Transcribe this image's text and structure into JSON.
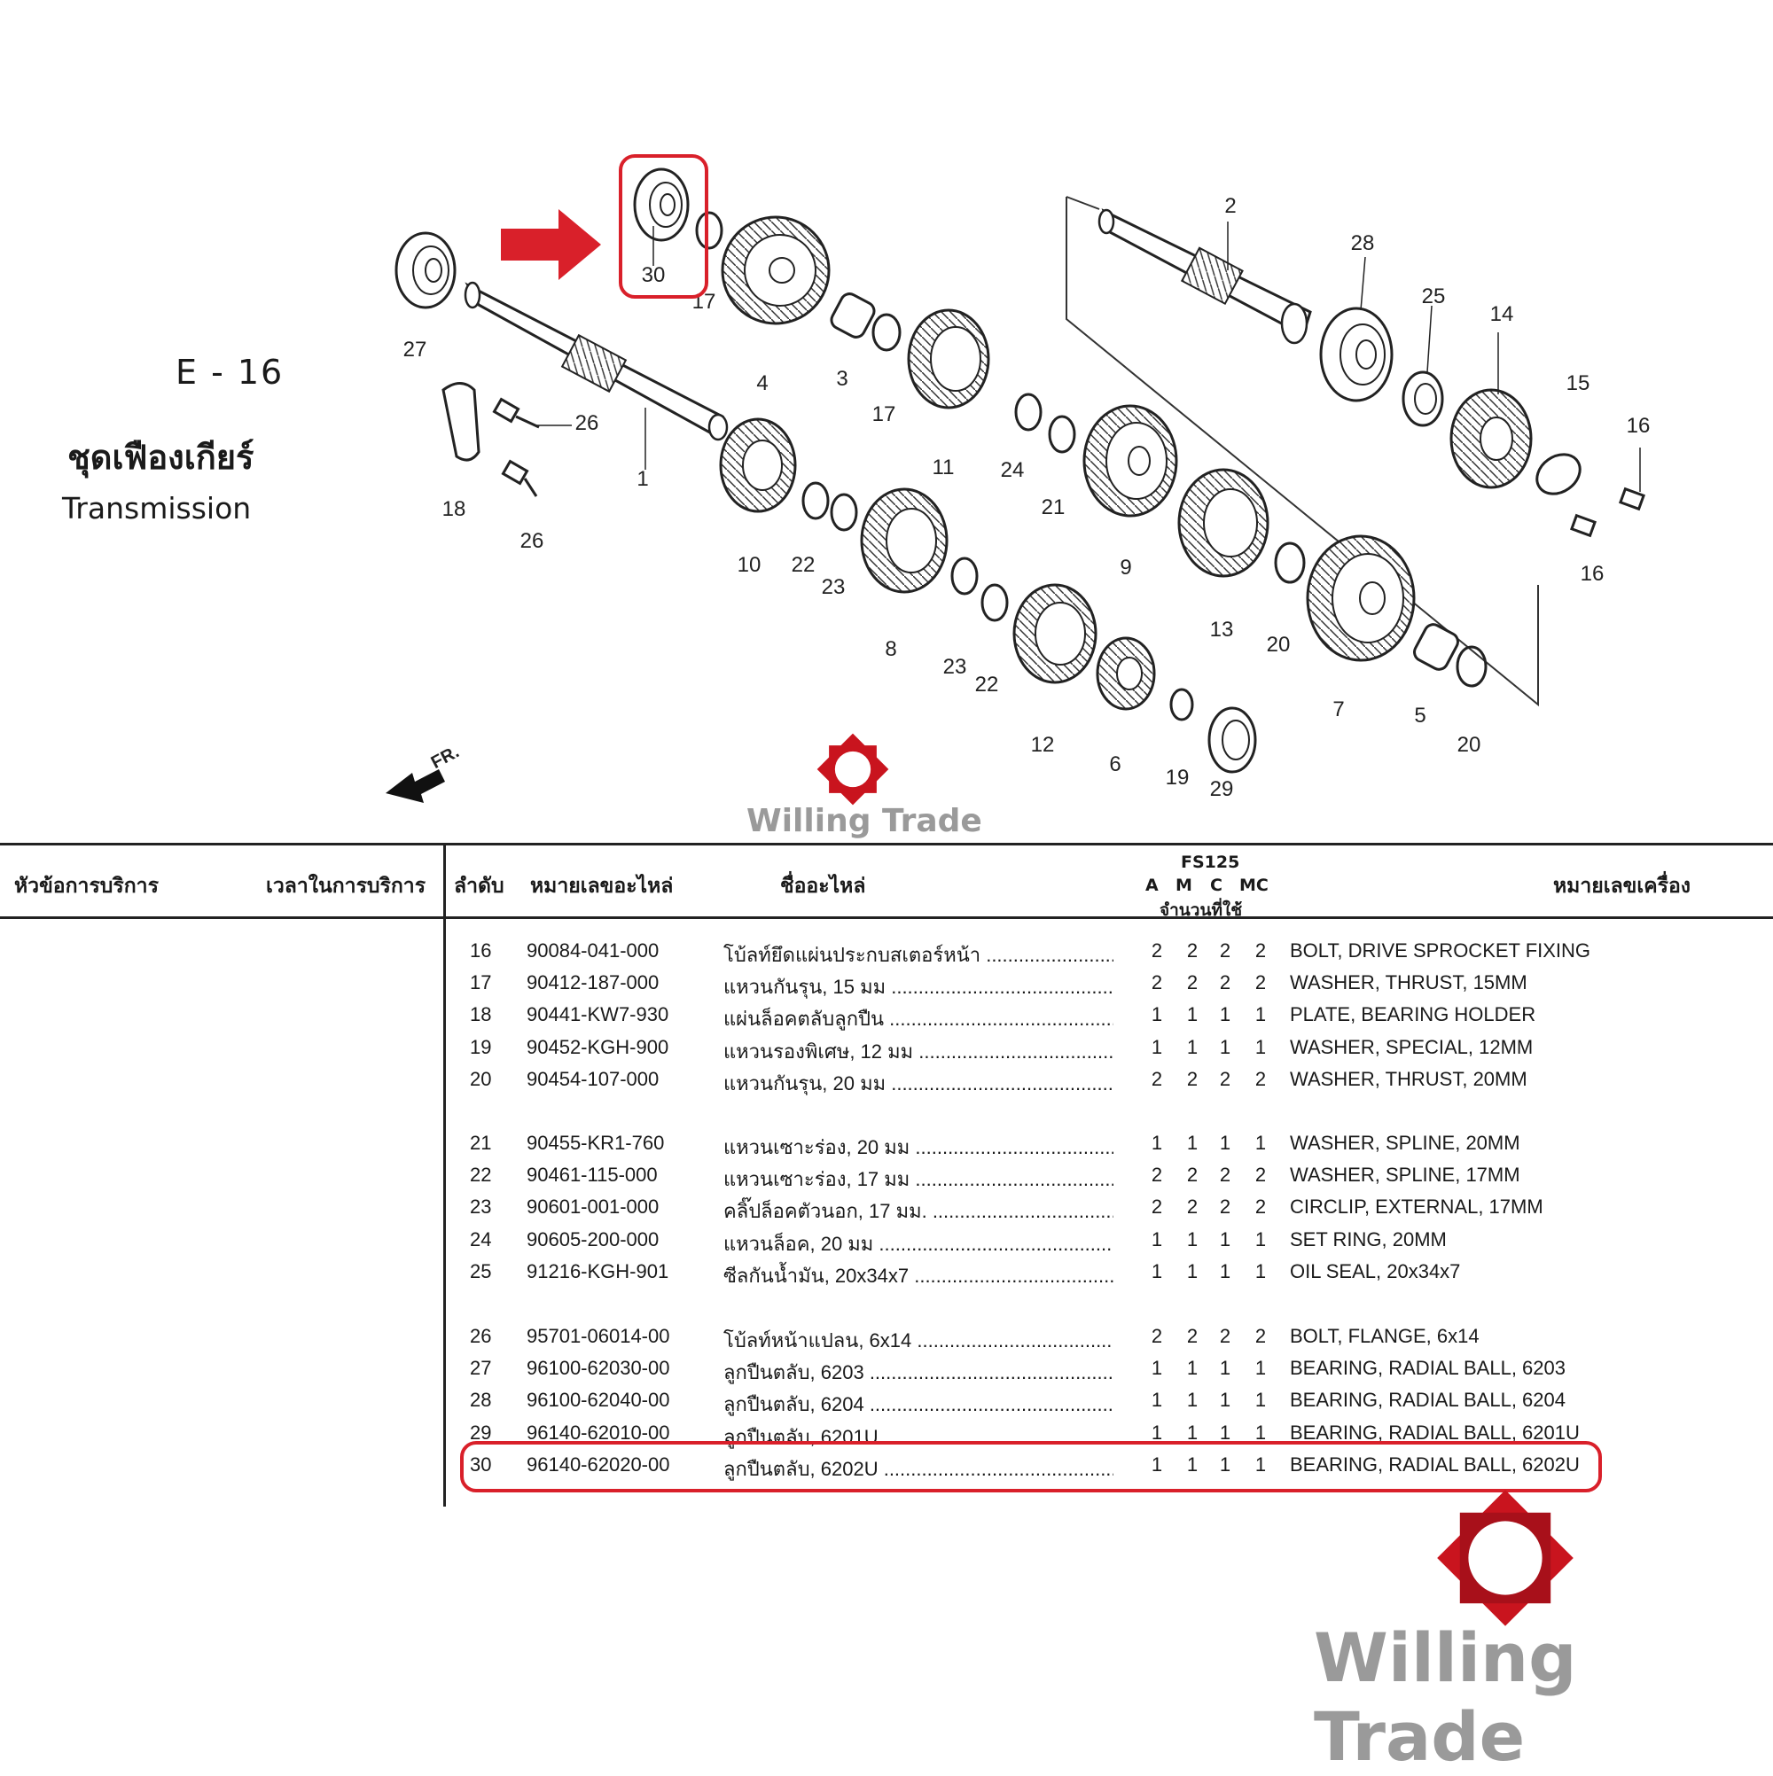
{
  "section": {
    "code": "E - 16",
    "title_th": "ชุดเฟืองเกียร์",
    "title_en": "Transmission"
  },
  "callouts": [
    "30",
    "17",
    "4",
    "3",
    "17",
    "11",
    "24",
    "21",
    "9",
    "13",
    "20",
    "7",
    "5",
    "20",
    "2",
    "28",
    "25",
    "14",
    "15",
    "16",
    "16",
    "27",
    "26",
    "18",
    "26",
    "1",
    "10",
    "22",
    "23",
    "8",
    "23",
    "22",
    "12",
    "6",
    "19",
    "29"
  ],
  "front_marker": "FR.",
  "watermark": "Willing Trade",
  "colors": {
    "highlight": "#d9202a",
    "logo_red": "#c9141e",
    "watermark_gray": "#9a9a9a"
  },
  "table": {
    "headers": {
      "service_topic": "หัวข้อการบริการ",
      "service_time": "เวลาในการบริการ",
      "seq": "ลำดับ",
      "part_no": "หมายเลขอะไหล่",
      "part_name": "ชื่ออะไหล่",
      "model": "FS125",
      "types": [
        "A",
        "M",
        "C",
        "MC"
      ],
      "qty_used": "จำนวนที่ใช้",
      "engine_no": "หมายเลขเครื่อง"
    },
    "rows": [
      {
        "no": "16",
        "part": "90084-041-000",
        "th": "โบ้ลท์ยึดแผ่นประกบสเตอร์หน้า ........................................",
        "q": [
          "2",
          "2",
          "2",
          "2"
        ],
        "en": "BOLT, DRIVE SPROCKET FIXING"
      },
      {
        "no": "17",
        "part": "90412-187-000",
        "th": "แหวนกันรุน, 15 มม ...............................................................",
        "q": [
          "2",
          "2",
          "2",
          "2"
        ],
        "en": "WASHER, THRUST, 15MM"
      },
      {
        "no": "18",
        "part": "90441-KW7-930",
        "th": "แผ่นล็อคตลับลูกปืน ..............................................................",
        "q": [
          "1",
          "1",
          "1",
          "1"
        ],
        "en": "PLATE, BEARING HOLDER"
      },
      {
        "no": "19",
        "part": "90452-KGH-900",
        "th": "แหวนรองพิเศษ, 12 มม ........................................................",
        "q": [
          "1",
          "1",
          "1",
          "1"
        ],
        "en": "WASHER, SPECIAL, 12MM"
      },
      {
        "no": "20",
        "part": "90454-107-000",
        "th": "แหวนกันรุน, 20 มม ...............................................................",
        "q": [
          "2",
          "2",
          "2",
          "2"
        ],
        "en": "WASHER, THRUST, 20MM"
      },
      {
        "no": "21",
        "part": "90455-KR1-760",
        "th": "แหวนเซาะร่อง, 20 มม ............................................................",
        "q": [
          "1",
          "1",
          "1",
          "1"
        ],
        "en": "WASHER, SPLINE, 20MM"
      },
      {
        "no": "22",
        "part": "90461-115-000",
        "th": "แหวนเซาะร่อง, 17 มม ............................................................",
        "q": [
          "2",
          "2",
          "2",
          "2"
        ],
        "en": "WASHER, SPLINE, 17MM"
      },
      {
        "no": "23",
        "part": "90601-001-000",
        "th": "คลิ๊ปล็อคตัวนอก, 17 มม. .....................................................",
        "q": [
          "2",
          "2",
          "2",
          "2"
        ],
        "en": "CIRCLIP, EXTERNAL, 17MM"
      },
      {
        "no": "24",
        "part": "90605-200-000",
        "th": "แหวนล็อค, 20 มม ..................................................................",
        "q": [
          "1",
          "1",
          "1",
          "1"
        ],
        "en": "SET RING, 20MM"
      },
      {
        "no": "25",
        "part": "91216-KGH-901",
        "th": "ซีลกันน้ำมัน, 20x34x7 ..........................................................",
        "q": [
          "1",
          "1",
          "1",
          "1"
        ],
        "en": "OIL SEAL, 20x34x7"
      },
      {
        "no": "26",
        "part": "95701-06014-00",
        "th": "โบ้ลท์หน้าแปลน, 6x14 .........................................................",
        "q": [
          "2",
          "2",
          "2",
          "2"
        ],
        "en": "BOLT, FLANGE, 6x14"
      },
      {
        "no": "27",
        "part": "96100-62030-00",
        "th": "ลูกปืนตลับ, 6203 .....................................................................",
        "q": [
          "1",
          "1",
          "1",
          "1"
        ],
        "en": "BEARING, RADIAL BALL, 6203"
      },
      {
        "no": "28",
        "part": "96100-62040-00",
        "th": "ลูกปืนตลับ, 6204 .....................................................................",
        "q": [
          "1",
          "1",
          "1",
          "1"
        ],
        "en": "BEARING, RADIAL BALL, 6204"
      },
      {
        "no": "29",
        "part": "96140-62010-00",
        "th": "ลูกปืนตลับ, 6201U ..................................................................",
        "q": [
          "1",
          "1",
          "1",
          "1"
        ],
        "en": "BEARING, RADIAL BALL, 6201U"
      },
      {
        "no": "30",
        "part": "96140-62020-00",
        "th": "ลูกปืนตลับ, 6202U ..................................................................",
        "q": [
          "1",
          "1",
          "1",
          "1"
        ],
        "en": "BEARING, RADIAL BALL, 6202U"
      }
    ]
  }
}
